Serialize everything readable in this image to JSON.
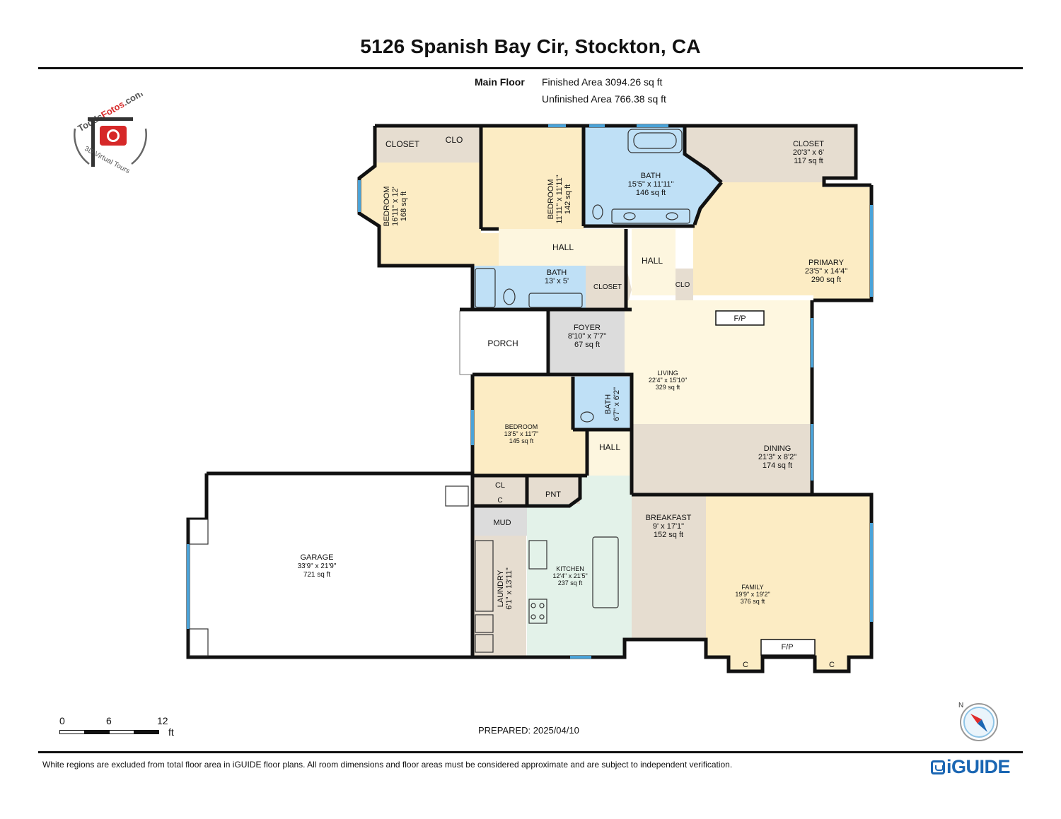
{
  "header": {
    "title": "5126 Spanish Bay Cir, Stockton, CA"
  },
  "floor": {
    "label": "Main Floor",
    "finished": "Finished Area 3094.26 sq ft",
    "unfinished": "Unfinished Area 766.38 sq ft"
  },
  "logo": {
    "brand_text": "ToddsFotos.com",
    "tagline": "3D Virtual Tours"
  },
  "colors": {
    "wall": "#111111",
    "bedroom": "#fcecc4",
    "bath": "#bfe0f6",
    "closet": "#e6ddd0",
    "hall": "#fdf6df",
    "living": "#fef7e0",
    "foyer": "#dcdcdc",
    "kitchen": "#e3f2e9",
    "window": "#4aa3d9",
    "accent": "#1a66b3",
    "compass_red": "#e02b2b"
  },
  "rooms": {
    "closet_nw": "CLOSET",
    "clo_n": "CLO",
    "bed1_name": "BEDROOM",
    "bed1_dim": "16'11\" x 12'",
    "bed1_area": "168 sq ft",
    "bed2_name": "BEDROOM",
    "bed2_dim": "11'11\" x 11'11\"",
    "bed2_area": "142 sq ft",
    "bath1_name": "BATH",
    "bath1_dim": "15'5\" x 11'11\"",
    "bath1_area": "146 sq ft",
    "closet_ne_name": "CLOSET",
    "closet_ne_dim": "20'3\" x 6'",
    "closet_ne_area": "117 sq ft",
    "primary_name": "PRIMARY",
    "primary_dim": "23'5\" x 14'4\"",
    "primary_area": "290 sq ft",
    "hall1": "HALL",
    "hall2": "HALL",
    "clo_primary": "CLO",
    "bath2_name": "BATH",
    "bath2_dim": "13' x 5'",
    "closet_mid": "CLOSET",
    "porch": "PORCH",
    "foyer_name": "FOYER",
    "foyer_dim": "8'10\" x 7'7\"",
    "foyer_area": "67 sq ft",
    "fp_living": "F/P",
    "living_name": "LIVING",
    "living_dim": "22'4\" x 15'10\"",
    "living_area": "329 sq ft",
    "bed3_name": "BEDROOM",
    "bed3_dim": "13'5\" x 11'7\"",
    "bed3_area": "145 sq ft",
    "bath3_name": "BATH",
    "bath3_dim": "6'7\" x 6'2\"",
    "hall3": "HALL",
    "dining_name": "DINING",
    "dining_dim": "21'3\" x 8'2\"",
    "dining_area": "174 sq ft",
    "cl": "CL",
    "c_small": "C",
    "pnt": "PNT",
    "mud": "MUD",
    "garage_name": "GARAGE",
    "garage_dim": "33'9\" x 21'9\"",
    "garage_area": "721 sq ft",
    "laundry_name": "LAUNDRY",
    "laundry_dim": "6'1\" x 13'11\"",
    "kitchen_name": "KITCHEN",
    "kitchen_dim": "12'4\" x 21'5\"",
    "kitchen_area": "237 sq ft",
    "breakfast_name": "BREAKFAST",
    "breakfast_dim": "9' x 17'1\"",
    "breakfast_area": "152 sq ft",
    "family_name": "FAMILY",
    "family_dim": "19'9\" x 19'2\"",
    "family_area": "376 sq ft",
    "fp_family": "F/P",
    "c_family_left": "C",
    "c_family_right": "C"
  },
  "scale": {
    "labels": [
      "0",
      "6",
      "12"
    ],
    "unit": "ft"
  },
  "compass": {
    "north": "N"
  },
  "footer": {
    "prepared": "PREPARED: 2025/04/10",
    "disclaimer": "White regions are excluded from total floor area in iGUIDE floor plans. All room dimensions and floor areas must be considered approximate and are subject to independent verification.",
    "brand": "iGUIDE"
  }
}
